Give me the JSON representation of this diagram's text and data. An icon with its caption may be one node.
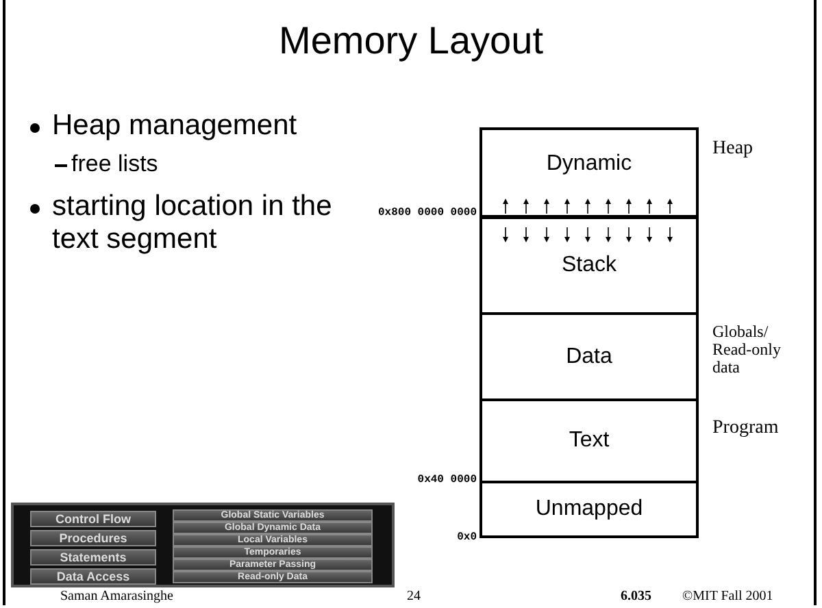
{
  "diagram": {
    "title": "Memory Layout",
    "nodes": [
      {
        "text": [
          "Dynamic"
        ],
        "beside": [
          "Heap"
        ]
      },
      {
        "text": [
          "Stack"
        ]
      },
      {
        "text": [
          "Data"
        ],
        "beside": [
          "Globals/ Read-only data"
        ]
      },
      {
        "text": [
          "Text"
        ],
        "beside": [
          "Program"
        ]
      },
      {
        "text": [
          "Unmapped"
        ]
      }
    ],
    "edges": [],
    "labels": [
      "Heap management",
      "free lists",
      "starting location in the text segment",
      "0x800 0000 0000",
      "0x40 0000",
      "0x0",
      "Control Flow",
      "Global Static Variables",
      "Global Dynamic Data",
      "Procedures",
      "Local Variables",
      "Temporaries",
      "Statements",
      "Parameter Passing",
      "Data Access",
      "Read-only Data",
      "Saman Amarasinghe",
      "24",
      "6.035",
      "©MIT Fall 2001"
    ]
  }
}
